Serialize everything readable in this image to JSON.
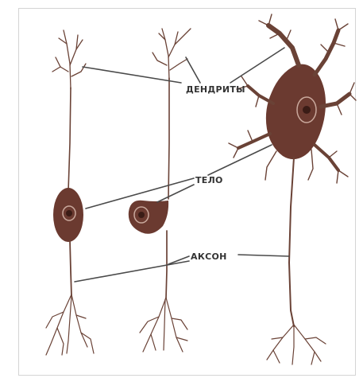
{
  "figure": {
    "labels": {
      "dendrites": "ДЕНДРИТЫ",
      "body": "ТЕЛО",
      "axon": "АКСОН"
    }
  },
  "colors": {
    "cell_body": "#6b3a30",
    "nucleus": "#3a1c16",
    "fiber": "#6a4236",
    "leader": "#4a4a4a",
    "text": "#333333"
  }
}
